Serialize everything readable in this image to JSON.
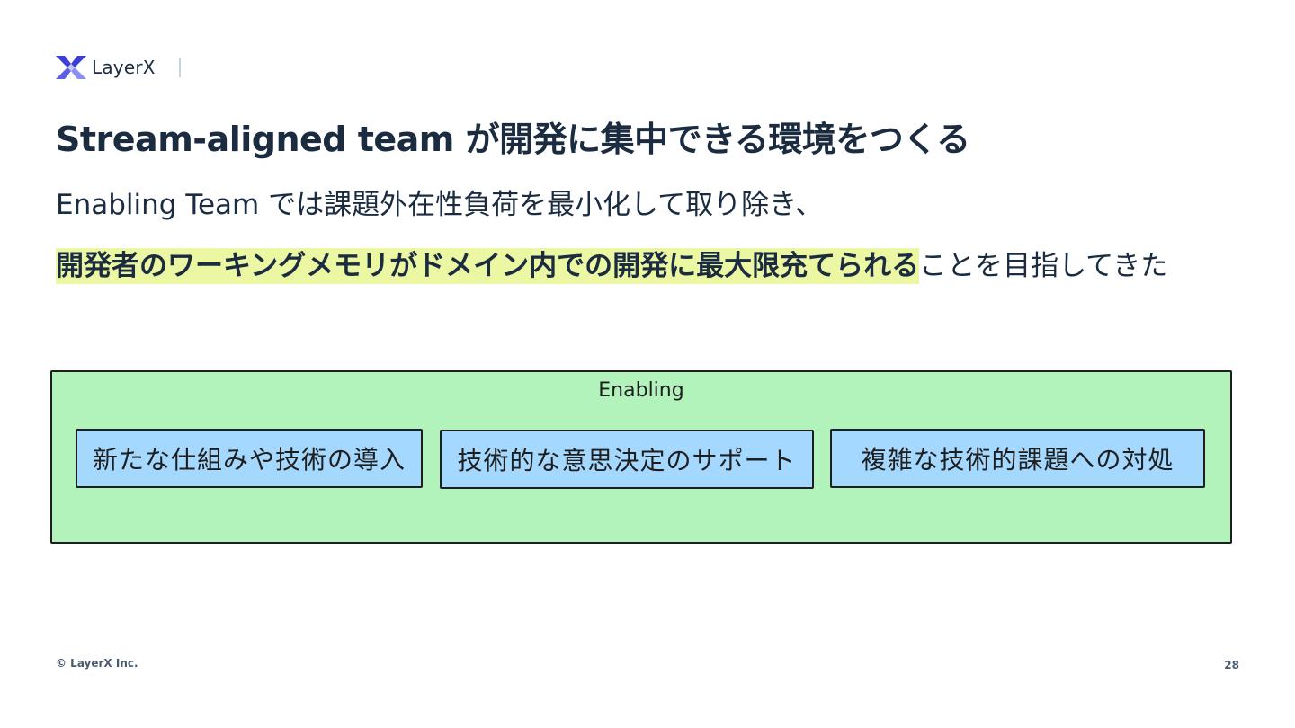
{
  "header": {
    "logo_text": "LayerX",
    "logo_icon": "layerx-logo-icon",
    "brand_colors": {
      "primary": "#3b3fd8",
      "secondary": "#8a8ff0"
    }
  },
  "slide": {
    "title": "Stream-aligned team が開発に集中できる環境をつくる",
    "line1": "Enabling Team では課題外在性負荷を最小化して取り除き、",
    "line2_highlight": "開発者のワーキングメモリがドメイン内での開発に最大限充てられる",
    "line2_rest": "ことを目指してきた",
    "highlight_color": "#ecf7a3"
  },
  "diagram": {
    "group_label": "Enabling",
    "group_color": "#b2f2bb",
    "card_color": "#a5d8ff",
    "cards": [
      "新たな仕組みや技術の導入",
      "技術的な意思決定のサポート",
      "複雑な技術的課題への対処"
    ]
  },
  "footer": {
    "copyright": "© LayerX Inc.",
    "page_number": "28"
  }
}
